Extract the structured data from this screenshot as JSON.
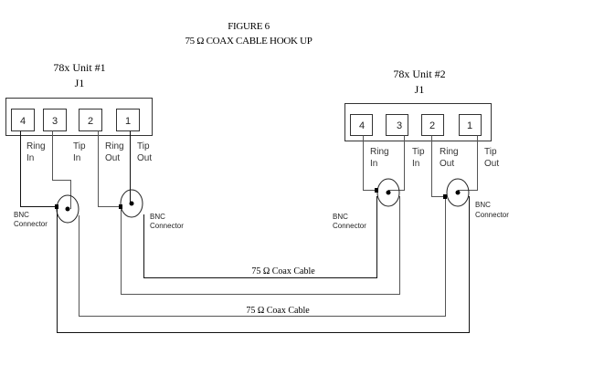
{
  "title": {
    "line1": "FIGURE 6",
    "line2": "75 Ω COAX CABLE HOOK UP"
  },
  "units": [
    {
      "name": "78x Unit #1",
      "connector": "J1",
      "pins": [
        {
          "number": "4",
          "signal_line1": "Ring",
          "signal_line2": "In"
        },
        {
          "number": "3",
          "signal_line1": "Tip",
          "signal_line2": "In"
        },
        {
          "number": "2",
          "signal_line1": "Ring",
          "signal_line2": "Out"
        },
        {
          "number": "1",
          "signal_line1": "Tip",
          "signal_line2": "Out"
        }
      ],
      "bnc_labels": [
        {
          "line1": "BNC",
          "line2": "Connector"
        },
        {
          "line1": "BNC",
          "line2": "Connector"
        }
      ]
    },
    {
      "name": "78x Unit #2",
      "connector": "J1",
      "pins": [
        {
          "number": "4",
          "signal_line1": "Ring",
          "signal_line2": "In"
        },
        {
          "number": "3",
          "signal_line1": "Tip",
          "signal_line2": "In"
        },
        {
          "number": "2",
          "signal_line1": "Ring",
          "signal_line2": "Out"
        },
        {
          "number": "1",
          "signal_line1": "Tip",
          "signal_line2": "Out"
        }
      ],
      "bnc_labels": [
        {
          "line1": "BNC",
          "line2": "Connector"
        },
        {
          "line1": "BNC",
          "line2": "Connector"
        }
      ]
    }
  ],
  "cables": [
    {
      "label": "75 Ω Coax Cable",
      "from": "Unit #1 Ring Out/Tip Out",
      "to": "Unit #2 Ring In/Tip In"
    },
    {
      "label": "75 Ω Coax Cable",
      "from": "Unit #1 Ring In/Tip In",
      "to": "Unit #2 Ring Out/Tip Out"
    }
  ]
}
